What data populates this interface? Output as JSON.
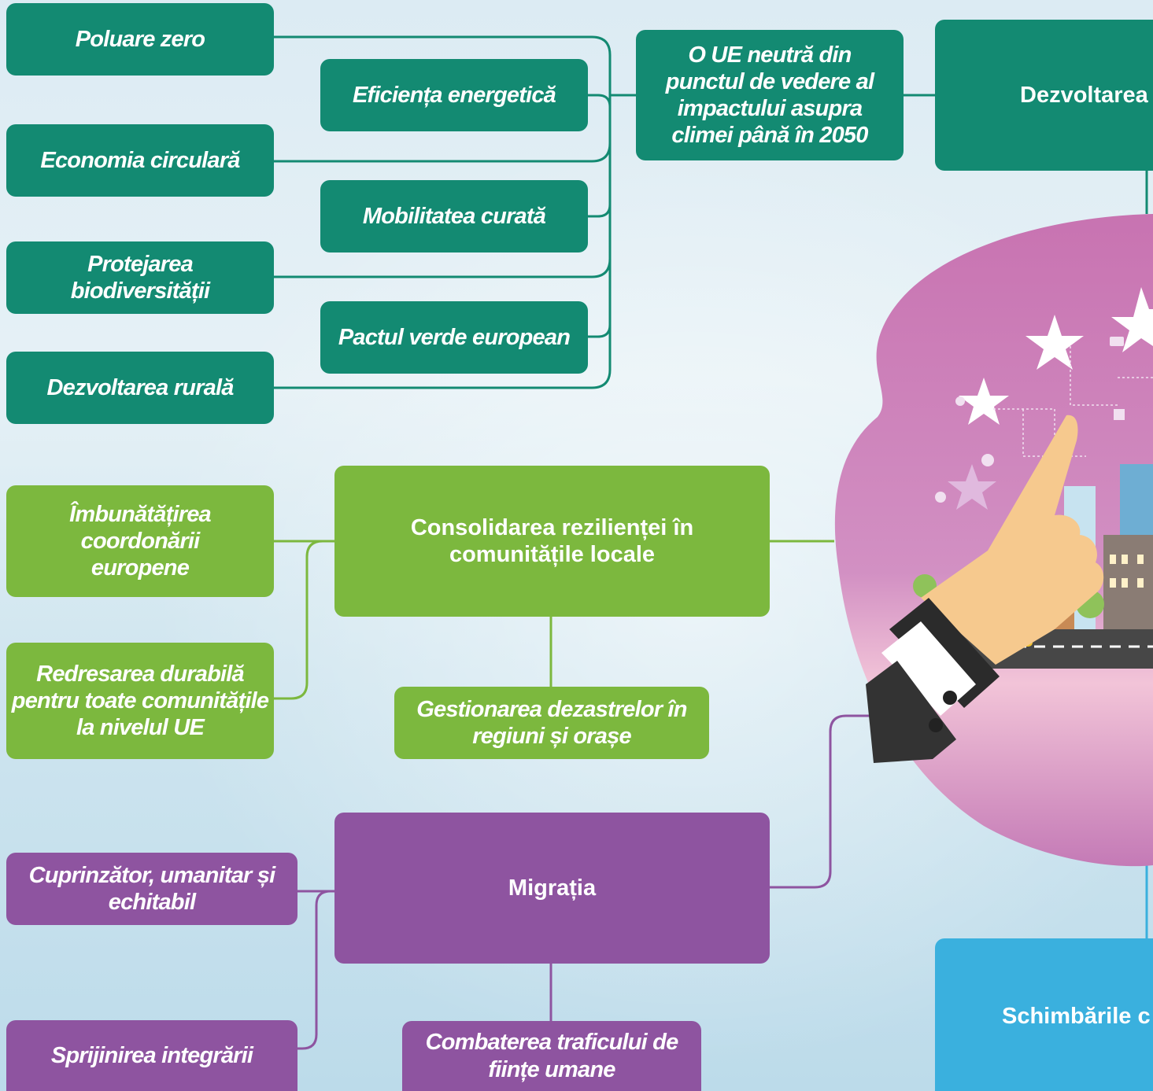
{
  "colors": {
    "teal": "#138a72",
    "green": "#7cb83e",
    "purple": "#8e54a0",
    "blue": "#3ab0de",
    "blob": "#c873b1"
  },
  "climate": {
    "goal": "O UE neutră din punctul de vedere al impactului asupra climei până în 2050",
    "header": "Dezvoltarea",
    "left": [
      "Poluare zero",
      "Economia circulară",
      "Protejarea biodiversității",
      "Dezvoltarea rurală"
    ],
    "middle": [
      "Eficiența energetică",
      "Mobilitatea curată",
      "Pactul verde european"
    ]
  },
  "resilience": {
    "title": "Consolidarea rezilienței în comunitățile locale",
    "items": [
      "Îmbunătățirea coordonării europene",
      "Redresarea durabilă pentru toate comunitățile la nivelul UE"
    ],
    "bottom": "Gestionarea dezastrelor în regiuni și orașe"
  },
  "migration": {
    "title": "Migrația",
    "items": [
      "Cuprinzător, umanitar și echitabil",
      "Sprijinirea integrării"
    ],
    "bottom": "Combaterea traficului de ființe umane"
  },
  "climate_change": {
    "title": "Schimbările c"
  },
  "illustration": {
    "icon": "smart-city-illustration"
  }
}
